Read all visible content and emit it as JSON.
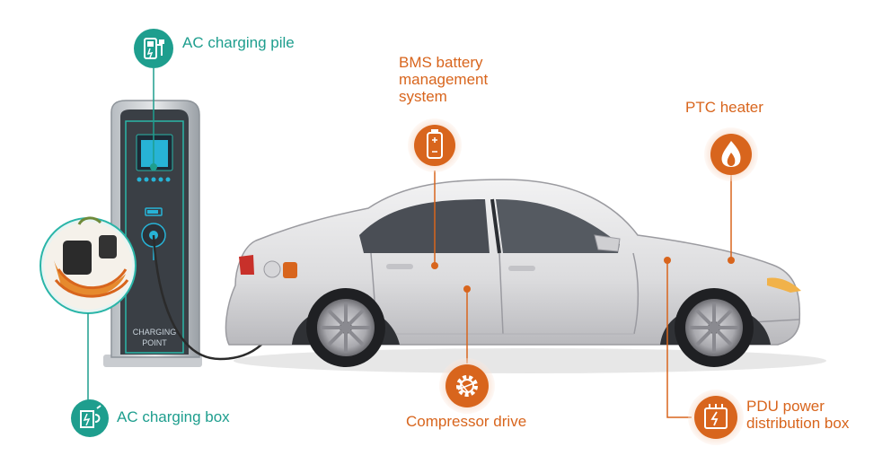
{
  "labels": {
    "ac_charging_pile": "AC charging pile",
    "ac_charging_box": "AC charging box",
    "bms": "BMS battery\nmanagement\nsystem",
    "ptc_heater": "PTC heater",
    "compressor_drive": "Compressor drive",
    "pdu": "PDU power\ndistribution box"
  },
  "station_text": {
    "line1": "CHARGING",
    "line2": "POINT"
  },
  "colors": {
    "teal": "#1e9e8e",
    "orange": "#d8651d",
    "car_body": "#e4e4e6",
    "station": "#3a3f45"
  },
  "icons": {
    "ac_charging_pile": "charging-station-icon",
    "ac_charging_box": "charging-plug-icon",
    "bms": "battery-icon",
    "ptc_heater": "flame-icon",
    "compressor_drive": "gear-icon",
    "pdu": "distribution-box-icon"
  }
}
